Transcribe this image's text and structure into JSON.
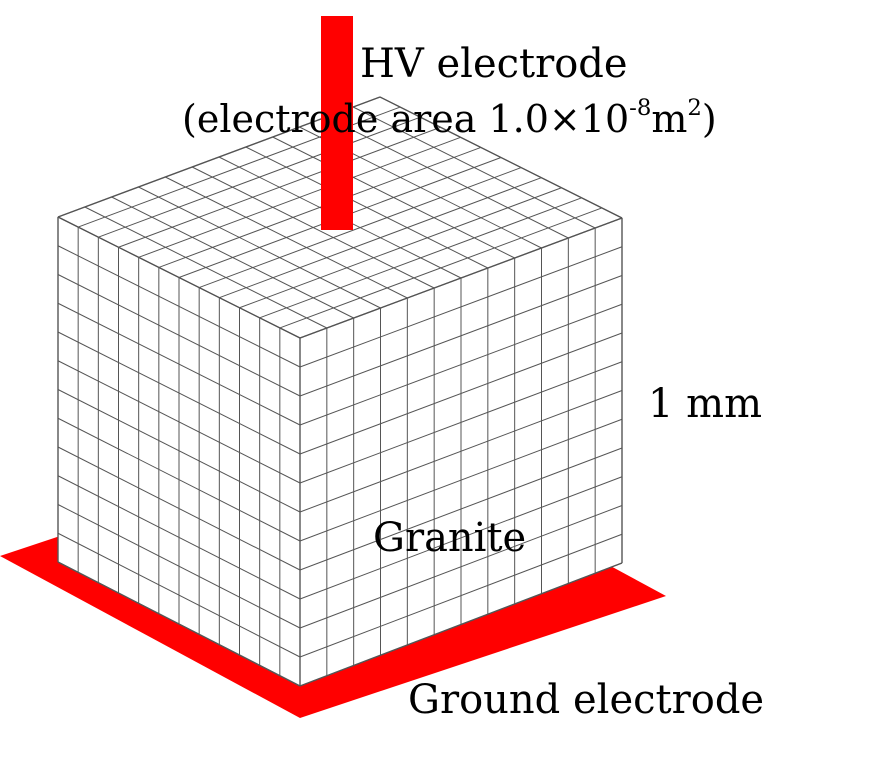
{
  "labels": {
    "hv_title": "HV electrode",
    "hv_area_prefix": "(electrode area  1.0",
    "hv_area_times": "×",
    "hv_area_base": "10",
    "hv_area_exponent": "-8",
    "hv_area_unit": "m",
    "hv_area_unit_exponent": "2",
    "hv_area_suffix": ")",
    "dimension": "1 mm",
    "material": "Granite",
    "ground_title": "Ground electrode"
  },
  "mesh": {
    "divisions": 12
  },
  "colors": {
    "electrode": "#ff0000",
    "mesh_line": "#555555",
    "mesh_face": "#ffffff"
  }
}
